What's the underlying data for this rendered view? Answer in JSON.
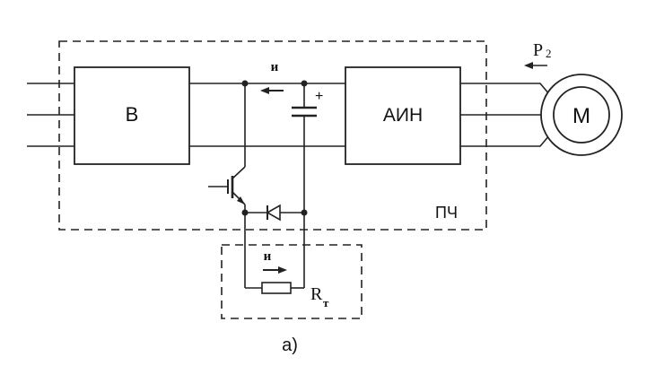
{
  "labels": {
    "rectifier": "В",
    "inverter": "АИН",
    "motor": "М",
    "converter": "ПЧ",
    "power": "P",
    "power_sub": "2",
    "resistor": "R",
    "resistor_sub": "т",
    "current_top": "и",
    "current_bottom": "и",
    "capacitor_polarity": "+",
    "caption": "а)"
  }
}
